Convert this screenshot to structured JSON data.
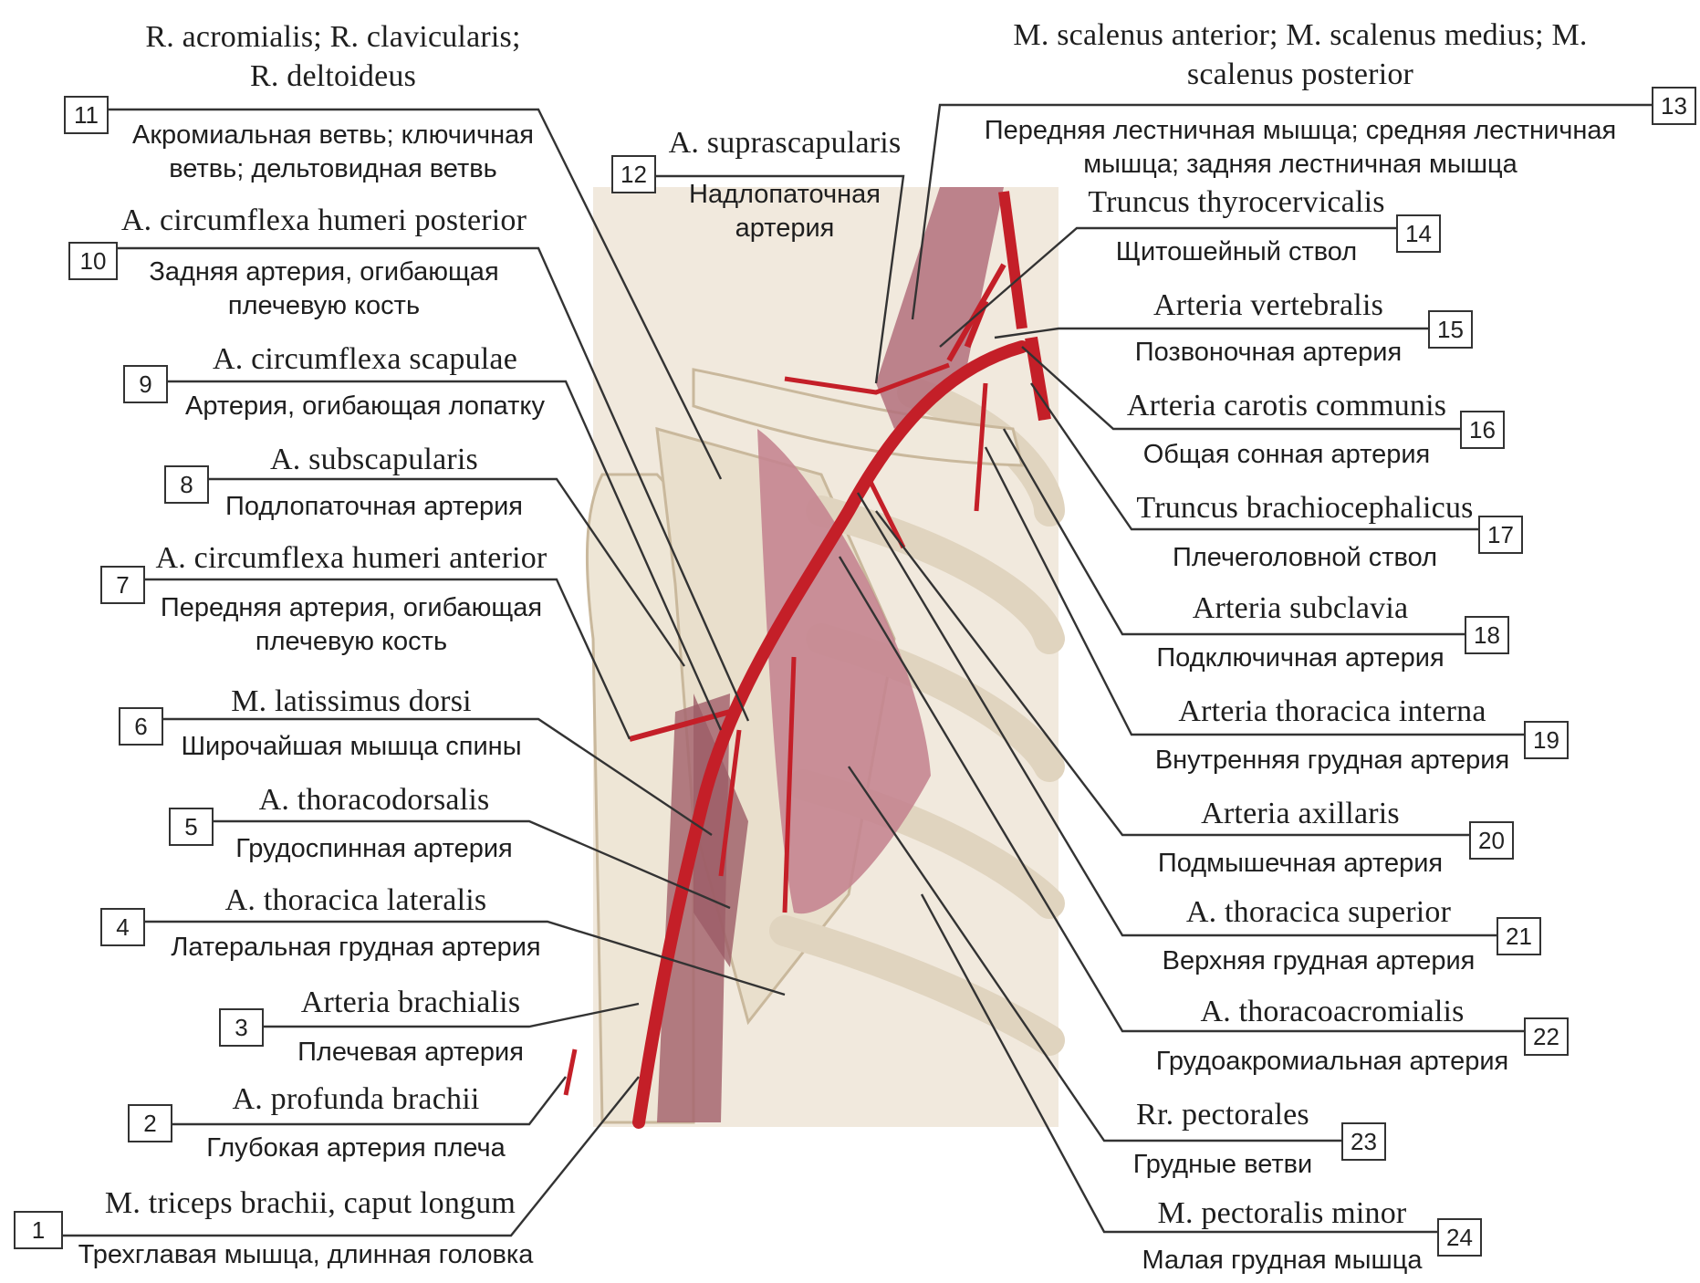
{
  "labels": [
    {
      "n": "1",
      "latin": "M. triceps brachii, caput longum",
      "russian": "Трехглавая мышца, длинная головка"
    },
    {
      "n": "2",
      "latin": "A. profunda brachii",
      "russian": "Глубокая артерия плеча"
    },
    {
      "n": "3",
      "latin": "Arteria brachialis",
      "russian": "Плечевая артерия"
    },
    {
      "n": "4",
      "latin": "A. thoracica lateralis",
      "russian": "Латеральная грудная артерия"
    },
    {
      "n": "5",
      "latin": "A. thoracodorsalis",
      "russian": "Грудоспинная артерия"
    },
    {
      "n": "6",
      "latin": "M. latissimus dorsi",
      "russian": "Широчайшая мышца спины"
    },
    {
      "n": "7",
      "latin": "A. circumflexa humeri anterior",
      "russian": "Передняя артерия, огибающая плечевую кость"
    },
    {
      "n": "8",
      "latin": "A. subscapularis",
      "russian": "Подлопаточная артерия"
    },
    {
      "n": "9",
      "latin": "A. circumflexa scapulae",
      "russian": "Артерия, огибающая лопатку"
    },
    {
      "n": "10",
      "latin": "A. circumflexa humeri posterior",
      "russian": "Задняя артерия, огибающая плечевую кость"
    },
    {
      "n": "11",
      "latin": "R. acromialis; R. clavicularis; R. deltoideus",
      "russian": "Акромиальная ветвь; ключичная ветвь; дельтовидная ветвь"
    },
    {
      "n": "12",
      "latin": "A. suprascapularis",
      "russian": "Надлопаточная артерия"
    },
    {
      "n": "13",
      "latin": "M. scalenus anterior; M. scalenus medius; M. scalenus posterior",
      "russian": "Передняя лестничная мышца; средняя лестничная мышца; задняя лестничная мышца"
    },
    {
      "n": "14",
      "latin": "Truncus thyrocervicalis",
      "russian": "Щитошейный ствол"
    },
    {
      "n": "15",
      "latin": "Arteria vertebralis",
      "russian": "Позвоночная артерия"
    },
    {
      "n": "16",
      "latin": "Arteria carotis communis",
      "russian": "Общая сонная артерия"
    },
    {
      "n": "17",
      "latin": "Truncus brachiocephalicus",
      "russian": "Плечеголовной ствол"
    },
    {
      "n": "18",
      "latin": "Arteria subclavia",
      "russian": "Подключичная артерия"
    },
    {
      "n": "19",
      "latin": "Arteria thoracica interna",
      "russian": "Внутренняя грудная артерия"
    },
    {
      "n": "20",
      "latin": "Arteria axillaris",
      "russian": "Подмышечная артерия"
    },
    {
      "n": "21",
      "latin": "A. thoracica superior",
      "russian": "Верхняя грудная артерия"
    },
    {
      "n": "22",
      "latin": "A. thoracoacromialis",
      "russian": "Грудоакромиальная артерия"
    },
    {
      "n": "23",
      "latin": "Rr. pectorales",
      "russian": "Грудные ветви"
    },
    {
      "n": "24",
      "latin": "M. pectoralis minor",
      "russian": "Малая грудная мышца"
    }
  ],
  "colors": {
    "artery": "#c41f28",
    "muscle": "#b3707c",
    "bone": "#ece3d2",
    "bone_edge": "#c9b89c",
    "leader": "#333333",
    "background_panel": "#e8dcc8"
  }
}
